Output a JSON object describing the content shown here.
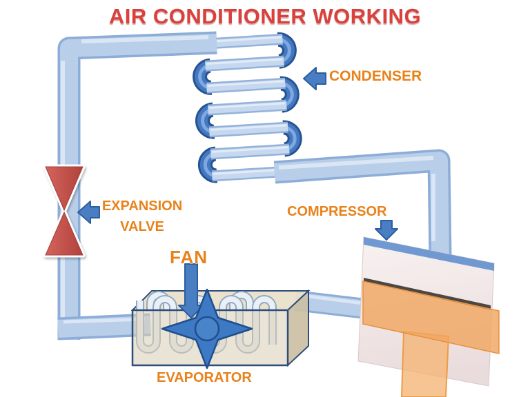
{
  "title": "AIR CONDITIONER WORKING",
  "components": {
    "condenser": {
      "label": "CONDENSER"
    },
    "expansion_valve": {
      "label_line1": "EXPANSION",
      "label_line2": "VALVE"
    },
    "compressor": {
      "label": "COMPRESSOR"
    },
    "fan": {
      "label": "FAN"
    },
    "evaporator": {
      "label": "EVAPORATOR"
    }
  },
  "icons": {
    "condenser_arrow": "left-block-arrow",
    "expansion_valve_arrow": "left-block-arrow",
    "compressor_arrow": "down-block-arrow",
    "fan_arrow": "down-block-arrow"
  },
  "colors": {
    "title_red": "#D8413C",
    "label_orange": "#E8821B",
    "pipe_blue": "#B8CEE9",
    "pipe_edge_blue": "#8CADD8",
    "coil_bend_blue": "#4478C2",
    "arrow_blue": "#4A7EC2",
    "arrow_outline": "#2C5D9E",
    "valve_red": "#C0504D",
    "evaporator_tan": "#D8CDB4",
    "evaporator_edge": "#2E4D7B",
    "compressor_orange": "#F0A55E",
    "compressor_panel": "#F4EBEA",
    "background": "#FFFFFF"
  }
}
